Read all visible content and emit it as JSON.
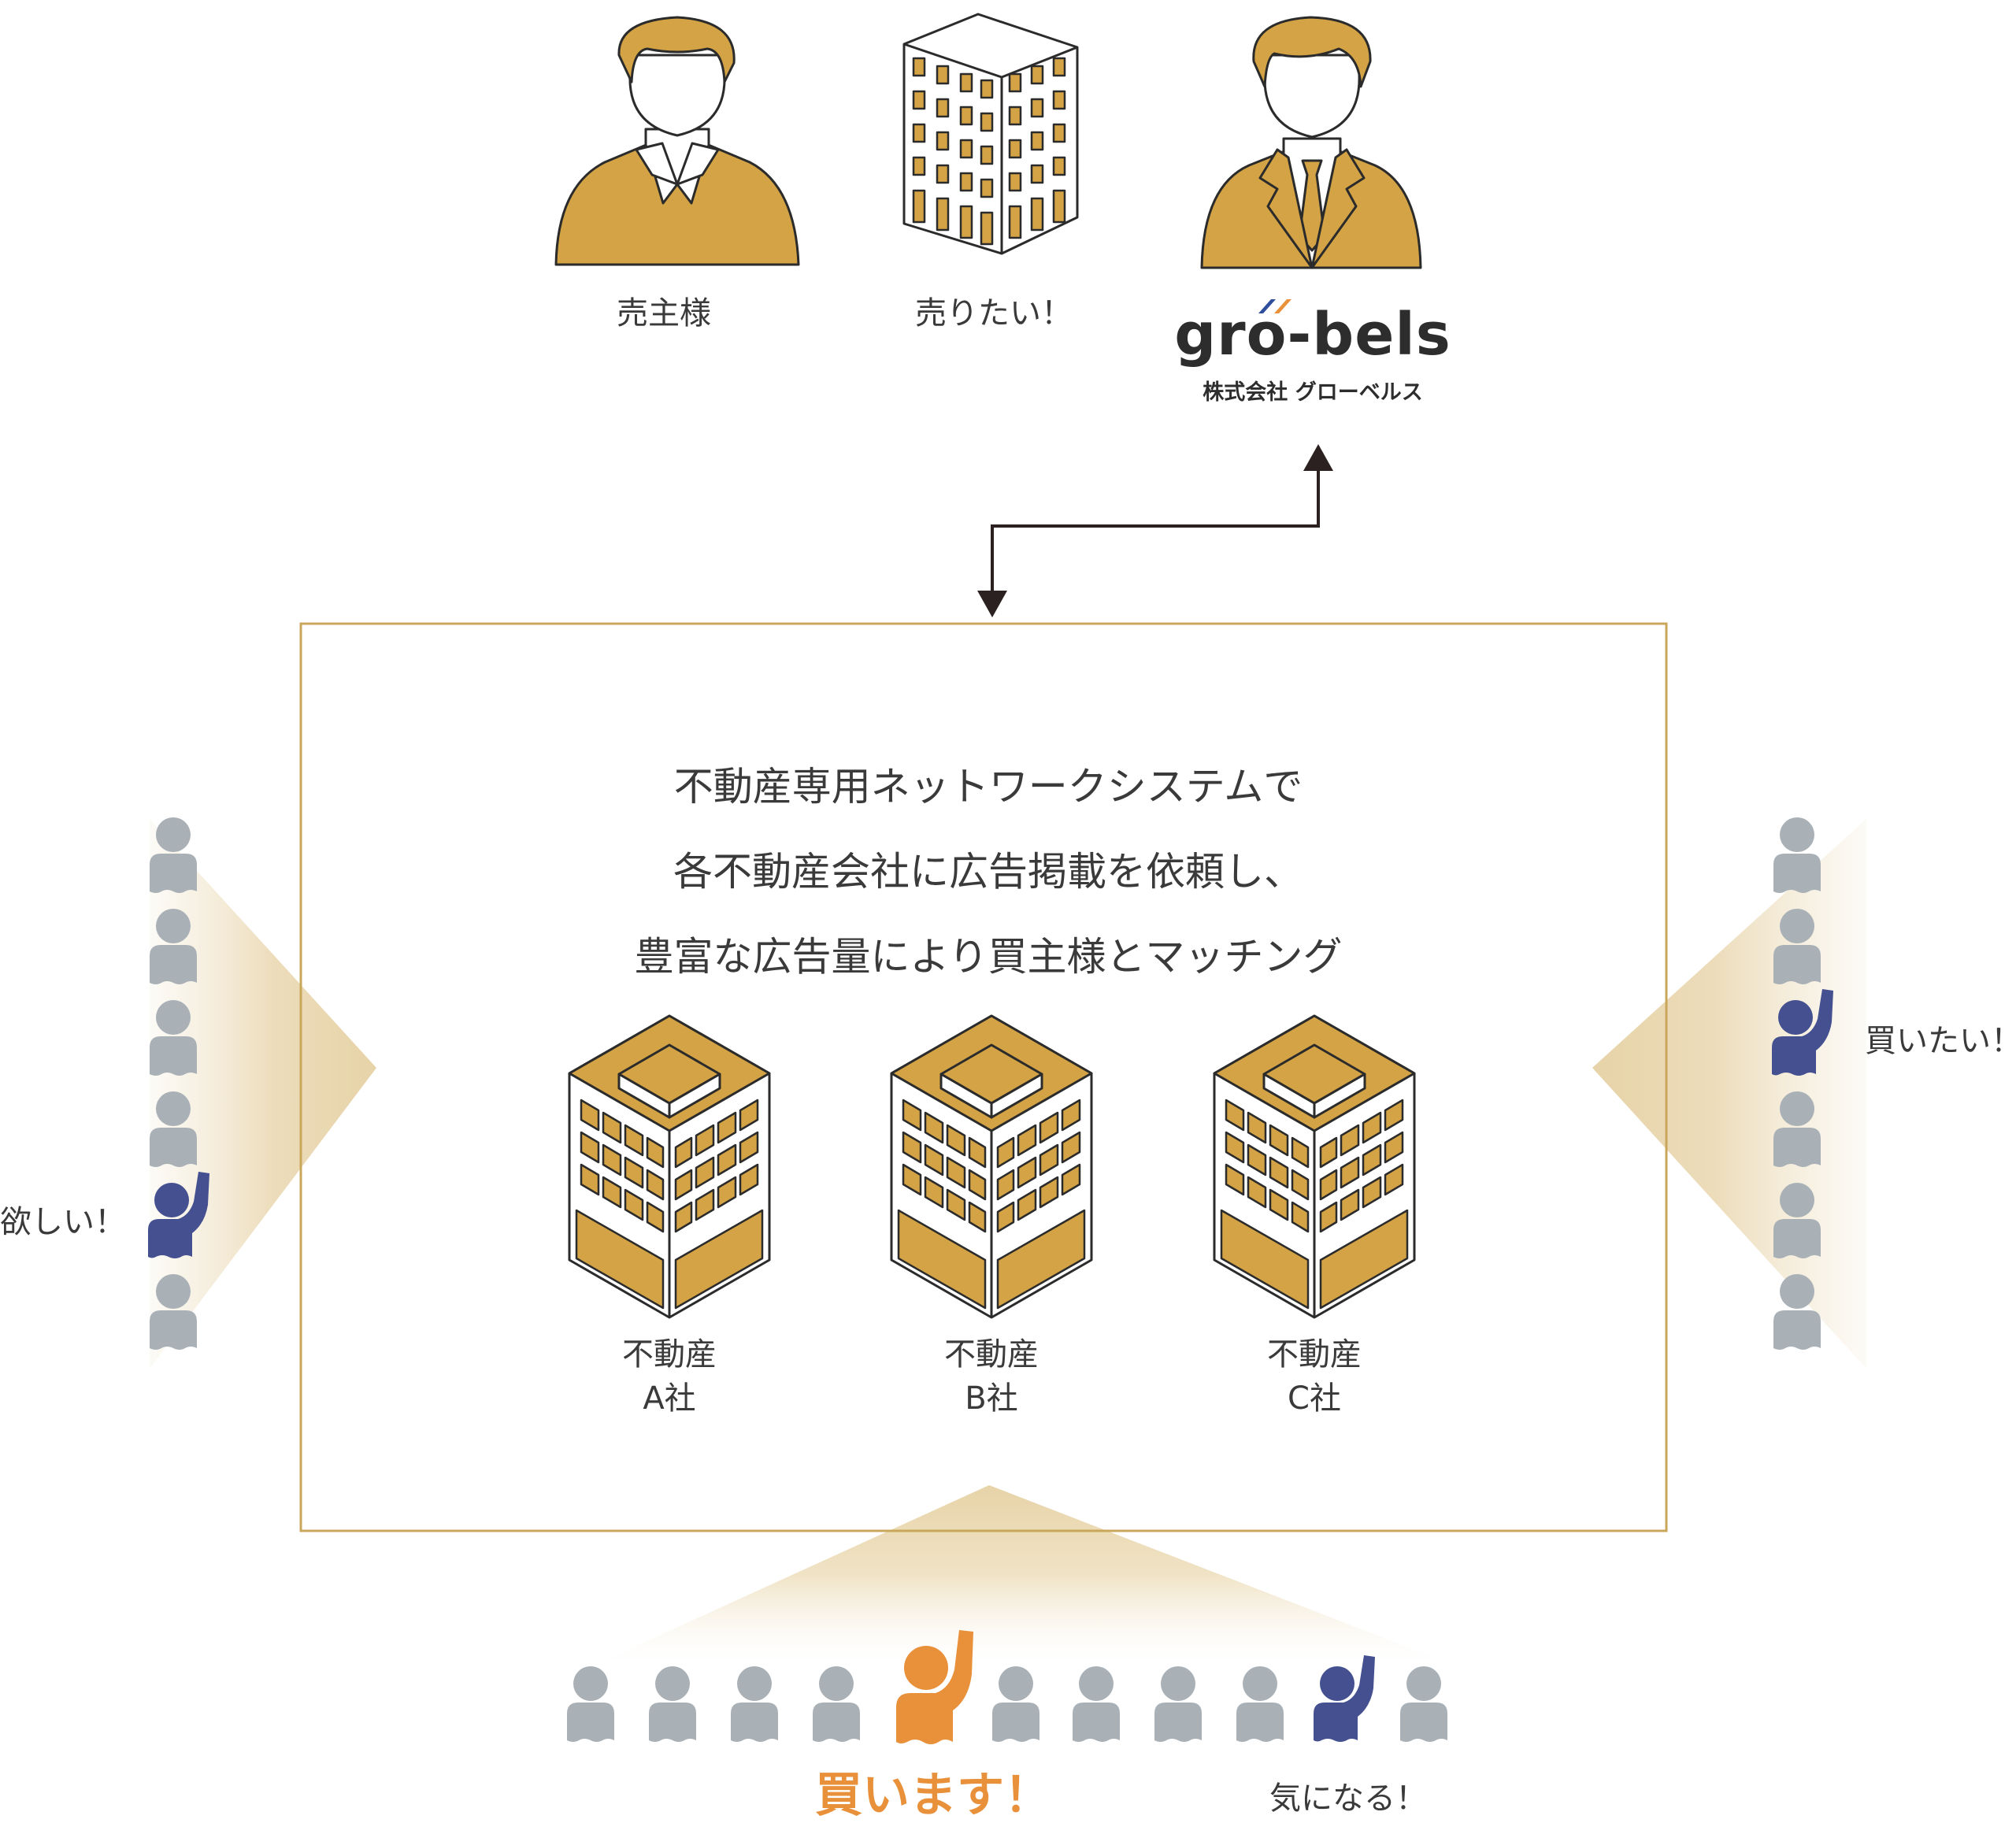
{
  "top": {
    "seller_label": "売主様",
    "want_sell_label": "売りたい！",
    "logo": {
      "wordmark": "gro-bels",
      "company_name": "株式会社 グローベルス"
    }
  },
  "network_box": {
    "lines": [
      "不動産専用ネットワークシステムで",
      "各不動産会社に広告掲載を依頼し、",
      "豊富な広告量により買主様とマッチング"
    ],
    "companies": [
      {
        "line1": "不動産",
        "line2": "A社"
      },
      {
        "line1": "不動産",
        "line2": "B社"
      },
      {
        "line1": "不動産",
        "line2": "C社"
      }
    ]
  },
  "buyers": {
    "left_label": "欲しい！",
    "right_label": "買いたい！",
    "bottom_main_label": "買います！",
    "bottom_secondary_label": "気になる！"
  },
  "colors": {
    "gold": "#D3A345",
    "box_border": "#C9A75A",
    "person_gray": "#A9B1B7",
    "person_blue": "#44508F",
    "person_orange": "#E8913A",
    "text": "#3A3A3A",
    "arrow": "#2A2120"
  },
  "icons": {
    "seller": "person-casual-icon",
    "building": "building-icon",
    "agent": "person-suit-icon",
    "company_building": "company-building-icon",
    "buyer": "person-icon",
    "buyer_raised": "person-hand-raised-icon"
  }
}
